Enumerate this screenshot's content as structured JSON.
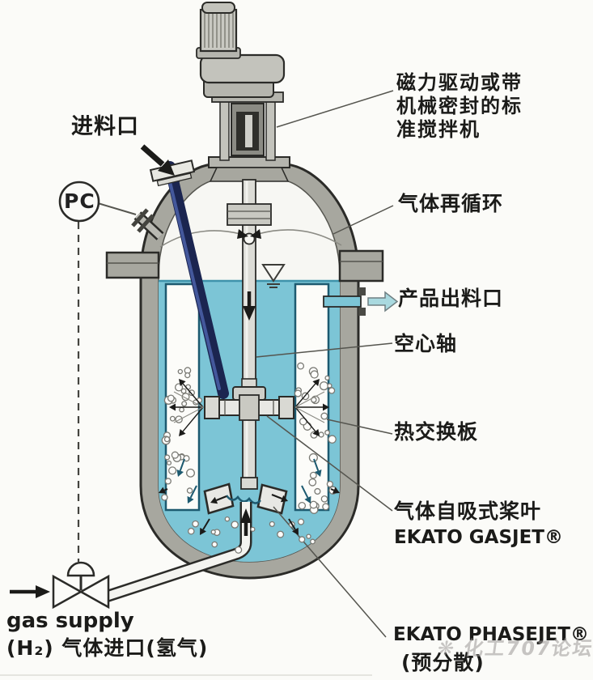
{
  "labels": {
    "feed_inlet": "进料口",
    "pc": "PC",
    "drive_l1": "磁力驱动或带",
    "drive_l2": "机械密封的标",
    "drive_l3": "准搅拌机",
    "gas_recirculation": "气体再循环",
    "product_outlet": "产品出料口",
    "hollow_shaft": "空心轴",
    "heat_plate": "热交换板",
    "gasjet_cn": "气体自吸式桨叶",
    "gasjet_brand": "EKATO GASJET®",
    "phasejet_brand": "EKATO PHASEJET®",
    "phasejet_note": "(预分散)",
    "gas_supply_en": "gas supply",
    "gas_supply_cn": "(H₂) 气体进口(氢气)",
    "watermark_icon": "snowflake-icon",
    "watermark": "化工707论坛"
  },
  "colors": {
    "bg": "#fbfbf8",
    "wall": "#a7a79f",
    "wall_dark": "#2b2b28",
    "headspace": "#f7f7f3",
    "liquid": "#7cc5d6",
    "liquid_line": "#3f93ab",
    "plate_border": "#1d5a70",
    "navy_tube": "#1b2550",
    "navy_hi": "#44589c",
    "metal_light": "#d9d9d3",
    "metal_mid": "#b5b5ae",
    "coupling_dark": "#2f2f2b",
    "outlet_arrow": "#a9d9df",
    "text": "#1b1b19",
    "watermark": "#9b9896"
  }
}
